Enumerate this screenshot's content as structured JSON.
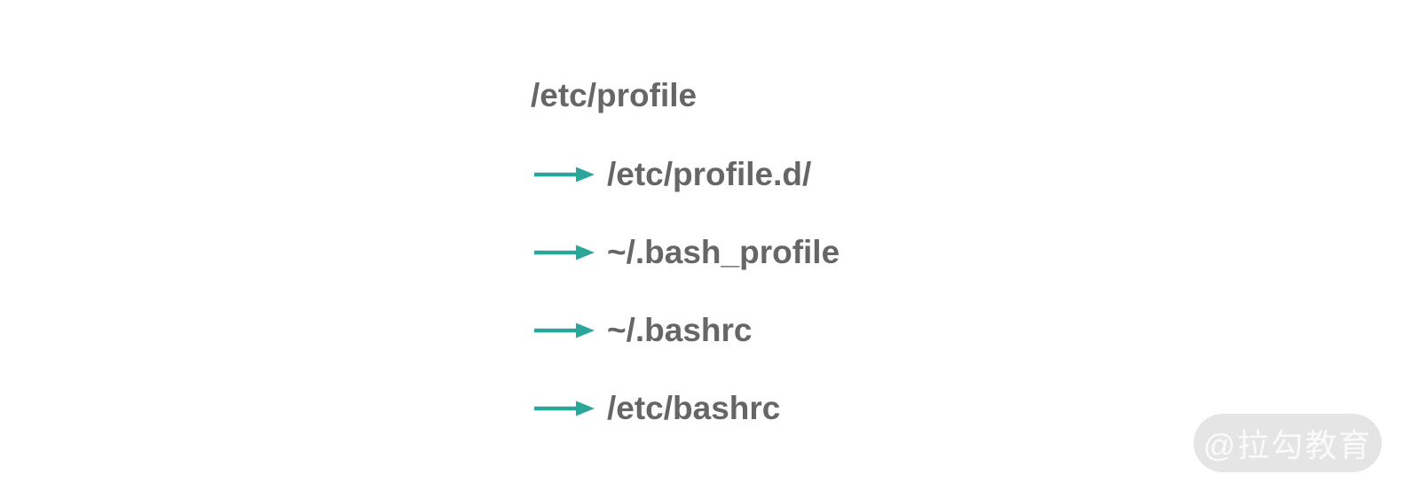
{
  "diagram": {
    "root": "/etc/profile",
    "items": [
      {
        "label": "/etc/profile.d/"
      },
      {
        "label": "~/.bash_profile"
      },
      {
        "label": "~/.bashrc"
      },
      {
        "label": "/etc/bashrc"
      }
    ],
    "arrow_icon": "arrow-right-icon"
  },
  "watermark": {
    "text": "@拉勾教育"
  },
  "colors": {
    "background": "#ffffff",
    "text": "#666666",
    "arrow": "#2aa79b",
    "watermark_bg": "#e5e5e5",
    "watermark_text": "#fafafa"
  }
}
